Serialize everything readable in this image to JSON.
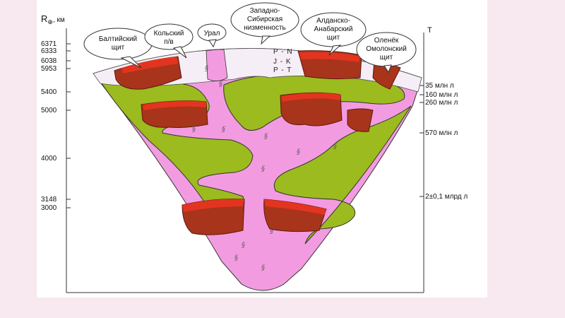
{
  "axis": {
    "left_title": "R",
    "left_title_sub": "⊕",
    "left_unit": ", км",
    "right_title": "T"
  },
  "depth_ticks": [
    "6371",
    "6333",
    "6038",
    "5953",
    "5400",
    "5000",
    "4000",
    "3148",
    "3000"
  ],
  "age_ticks": [
    "35 млн л",
    "160 млн л",
    "260 млн л",
    "570 млн л",
    "2±0,1 млрд л"
  ],
  "regions": {
    "baltic": [
      "Балтийский",
      "щит"
    ],
    "kola": [
      "Кольский",
      "п/в"
    ],
    "ural": [
      "Урал"
    ],
    "west_siberian": [
      "Западно-",
      "Сибирская",
      "низменность"
    ],
    "aldan": [
      "Алданско-",
      "Анабарский",
      "щит"
    ],
    "olenek": [
      "Оленёк",
      "Омолонский",
      "щит"
    ]
  },
  "strata": [
    "P - N",
    "J - K",
    "P - T"
  ],
  "plume_symbol": "§",
  "colors": {
    "background": "#f7e9ef",
    "plume_pink": "#f39be0",
    "mantle_green": "#9cbb1e",
    "crust_brown": "#a8341c",
    "crust_red": "#e3341f",
    "sediment": "#f6eef6"
  }
}
